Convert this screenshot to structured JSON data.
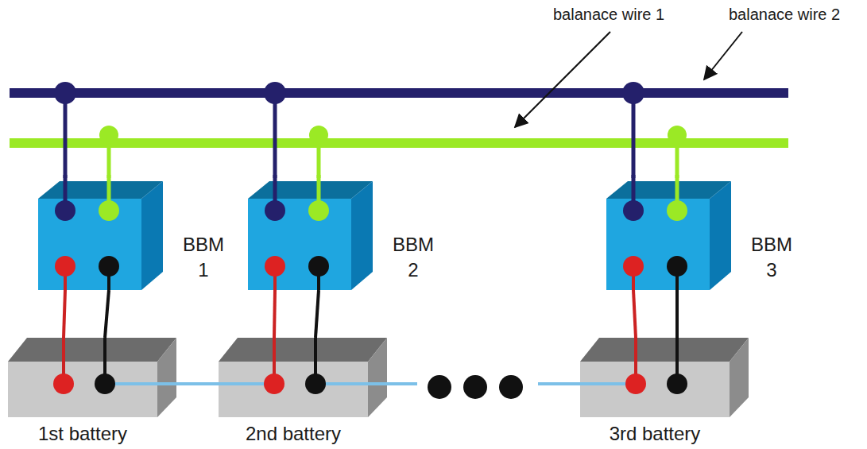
{
  "diagram": {
    "nodes": [
      {
        "text": [
          "BBM 1"
        ]
      },
      {
        "text": [
          "BBM 2"
        ]
      },
      {
        "text": [
          "BBM 3"
        ]
      },
      {
        "text": [
          "1st battery"
        ]
      },
      {
        "text": [
          "2nd battery"
        ]
      },
      {
        "text": [
          "3rd battery"
        ]
      }
    ],
    "edges": [
      {
        "from": 0,
        "to": 3,
        "arrow": "none"
      },
      {
        "from": 0,
        "to": 3,
        "arrow": "none"
      },
      {
        "from": 1,
        "to": 4,
        "arrow": "none"
      },
      {
        "from": 1,
        "to": 4,
        "arrow": "none"
      },
      {
        "from": 2,
        "to": 5,
        "arrow": "none"
      },
      {
        "from": 2,
        "to": 5,
        "arrow": "none"
      },
      {
        "from": 3,
        "to": 4,
        "arrow": "none"
      },
      {
        "from": 4,
        "to": 5,
        "arrow": "none"
      }
    ],
    "labels": [
      "balanace wire 1",
      "balanace wire 2"
    ]
  }
}
